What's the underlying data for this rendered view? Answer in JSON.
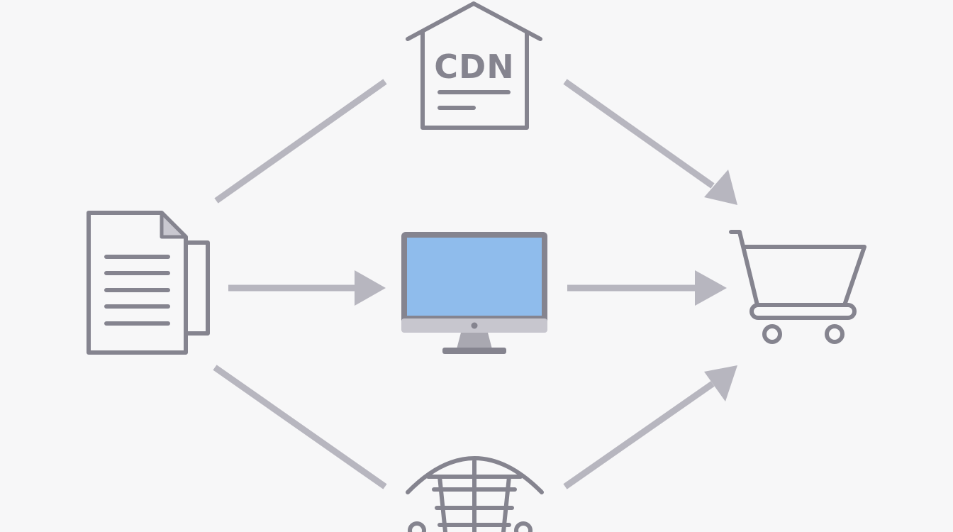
{
  "diagram": {
    "nodes": {
      "cdn": {
        "label": "CDN",
        "icon": "cdn-building-icon"
      },
      "documents": {
        "icon": "documents-icon"
      },
      "computer": {
        "icon": "monitor-icon",
        "screen_color": "#8fbcec"
      },
      "cart": {
        "icon": "shopping-cart-icon"
      },
      "basket": {
        "icon": "basket-icon"
      }
    },
    "colors": {
      "icon_stroke": "#85848f",
      "connector": "#b7b6bf",
      "background": "#f7f7f8"
    },
    "edges": [
      {
        "from": "documents",
        "to": "cdn",
        "arrow": false
      },
      {
        "from": "cdn",
        "to": "cart",
        "arrow": true
      },
      {
        "from": "documents",
        "to": "computer",
        "arrow": true
      },
      {
        "from": "computer",
        "to": "cart",
        "arrow": true
      },
      {
        "from": "documents",
        "to": "basket",
        "arrow": false
      },
      {
        "from": "basket",
        "to": "cart",
        "arrow": true
      }
    ]
  }
}
